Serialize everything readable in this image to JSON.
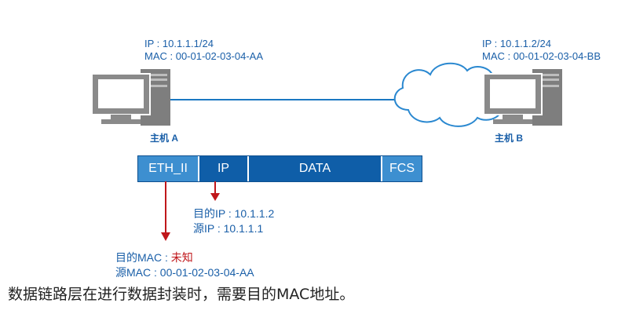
{
  "host_a": {
    "ip": "IP : 10.1.1.1/24",
    "mac": "MAC : 00-01-02-03-04-AA",
    "name": "主机 A"
  },
  "host_b": {
    "ip": "IP : 10.1.1.2/24",
    "mac": "MAC : 00-01-02-03-04-BB",
    "name": "主机 B"
  },
  "frame": {
    "eth": "ETH_II",
    "ip": "IP",
    "data": "DATA",
    "fcs": "FCS"
  },
  "ip_header": {
    "dst": "目的IP : 10.1.1.2",
    "src": "源IP : 10.1.1.1"
  },
  "eth_header": {
    "dst_label": "目的MAC : ",
    "dst_value": "未知",
    "src": "源MAC : 00-01-02-03-04-AA"
  },
  "caption": "数据链路层在进行数据封装时，需要目的MAC地址。",
  "colors": {
    "accent_blue": "#1a5fa8",
    "frame_light": "#3d8fd0",
    "frame_dark": "#0f5ea8",
    "arrow_red": "#c0171b",
    "computer_gray": "#8a8a8a"
  }
}
